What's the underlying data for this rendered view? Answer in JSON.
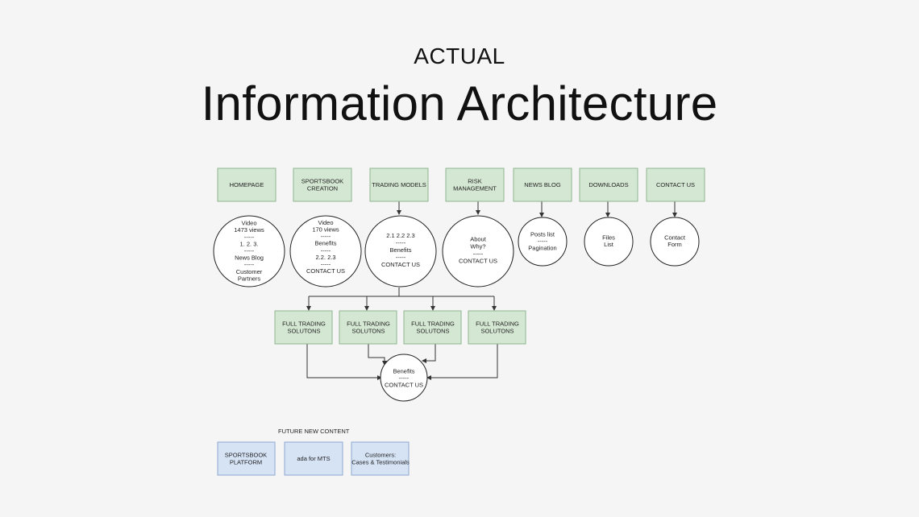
{
  "header": {
    "subtitle": "ACTUAL",
    "title": "Information Architecture"
  },
  "colors": {
    "background": "#f5f5f5",
    "green_node": "#d4e7d3",
    "blue_node": "#d6e3f5",
    "circle": "#ffffff"
  },
  "nodes": {
    "homepage": [
      "HOMEPAGE"
    ],
    "sportsbook_creation": [
      "SPORTSBOOK",
      "CREATION"
    ],
    "trading_models": [
      "TRADING MODELS"
    ],
    "risk_management": [
      "RISK",
      "MANAGEMENT"
    ],
    "news_blog": [
      "NEWS BLOG"
    ],
    "downloads": [
      "DOWNLOADS"
    ],
    "contact_us": [
      "CONTACT US"
    ],
    "c_homepage": [
      "Video",
      "1473 views",
      "-----",
      "1.  2.  3.",
      "-----",
      "News Blog",
      "-----",
      "Customer",
      "Partners"
    ],
    "c_sportsbook": [
      "Video",
      "170 views",
      "-----",
      "Benefits",
      "-----",
      "2.2.  2.3",
      "-----",
      "CONTACT US"
    ],
    "c_trading": [
      "2.1    2.2    2.3",
      "-----",
      "Benefits",
      "-----",
      "CONTACT US"
    ],
    "c_risk": [
      "About",
      "Why?",
      "-----",
      "CONTACT US"
    ],
    "c_news": [
      "Posts list",
      "-----",
      "Pagination"
    ],
    "c_downloads": [
      "Files",
      "List"
    ],
    "c_contact": [
      "Contact",
      "Form"
    ],
    "fts_1": [
      "FULL TRADING",
      "SOLUTONS"
    ],
    "fts_2": [
      "FULL TRADING",
      "SOLUTONS"
    ],
    "fts_3": [
      "FULL TRADING",
      "SOLUTONS"
    ],
    "fts_4": [
      "FULL TRADING",
      "SOLUTONS"
    ],
    "c_benefits": [
      "Benefits",
      "-----",
      "CONTACT US"
    ],
    "future_1": [
      "SPORTSBOOK",
      "PLATFORM"
    ],
    "future_2": [
      "ada for MTS"
    ],
    "future_3": [
      "Customers:",
      "Cases & Testimonials"
    ]
  },
  "future_label": "FUTURE NEW CONTENT"
}
